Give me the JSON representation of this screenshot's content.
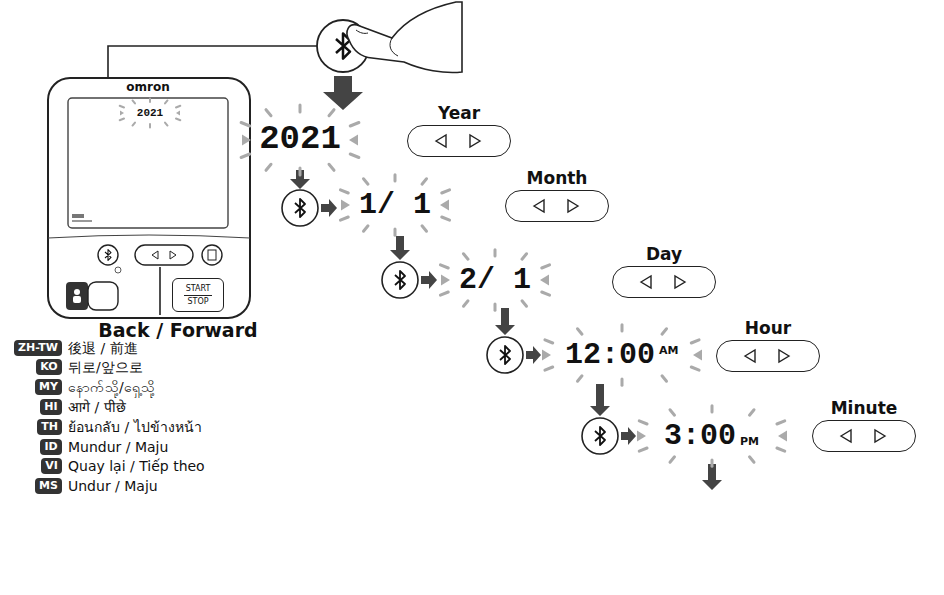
{
  "diagram": {
    "nodes": [
      {
        "text": [
          "START",
          "STOP"
        ]
      },
      {
        "text": [
          "Year"
        ]
      },
      {
        "text": [
          "Month"
        ]
      },
      {
        "text": [
          "Day"
        ]
      },
      {
        "text": [
          "Hour"
        ]
      },
      {
        "text": [
          "Minute"
        ]
      },
      {
        "text": [
          "ZH-TW"
        ]
      },
      {
        "text": [
          "KO"
        ]
      },
      {
        "text": [
          "MY"
        ]
      },
      {
        "text": [
          "HI"
        ]
      },
      {
        "text": [
          "TH"
        ]
      },
      {
        "text": [
          "ID"
        ]
      },
      {
        "text": [
          "VI"
        ]
      },
      {
        "text": [
          "MS"
        ]
      }
    ],
    "labels": [
      "omron",
      "2021",
      "Back / Forward",
      "後退 / 前進",
      "뒤로/앞으로",
      "နောက်သို့/ရှေ့သို့",
      "आगे / पीछे",
      "ย้อนกลับ / ไปข้างหน้า",
      "Mundur / Maju",
      "Quay lại / Tiếp theo",
      "Undur / Maju",
      "2021",
      "1/ 1",
      "2/ 1",
      "12:00",
      "AM",
      "3:00",
      "PM"
    ]
  }
}
